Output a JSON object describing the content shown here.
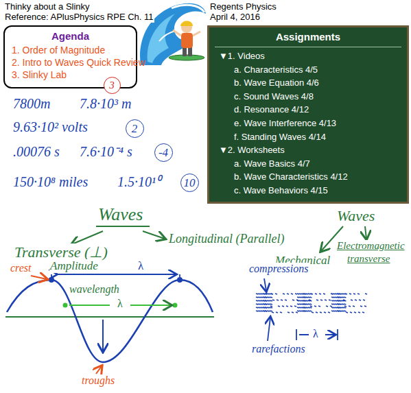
{
  "diagram": {
    "nodes": [
      {
        "text": [
          "Agenda",
          "1. Order of Magnitude",
          "2. Intro to Waves Quick Review",
          "3. Slinky Lab"
        ]
      },
      {
        "text": [
          "Assignments",
          "▼1. Videos",
          "a. Characteristics 4/5",
          "b. Wave Equation 4/6",
          "c. Sound Waves 4/8",
          "d. Resonance 4/12",
          "e. Wave Interference 4/13",
          "f. Standing Waves 4/14",
          "▼2. Worksheets",
          "a. Wave Basics 4/7",
          "b. Wave Characteristics 4/12",
          "c. Wave Behaviors 4/15"
        ]
      },
      {
        "text": [
          "3"
        ]
      },
      {
        "text": [
          "2"
        ]
      },
      {
        "text": [
          "-4"
        ]
      },
      {
        "text": [
          "10"
        ]
      }
    ],
    "labels": [
      "Thinky about a Slinky",
      "Reference: APlusPhysics RPE Ch. 11",
      "Regents Physics",
      "April 4, 2016",
      "7800m",
      "7.8·10³ m",
      "9.63·10² volts",
      ".00076 s",
      "7.6·10⁻⁴ s",
      "150·10⁸ miles",
      "1.5·10¹⁰",
      "Waves",
      "Transverse (⊥)",
      "Longitudinal (Parallel)",
      "Waves",
      "Mechanical",
      "Electromagnetic",
      "transverse",
      "crest",
      "Amplitude",
      "λ",
      "wavelength",
      "λ",
      "troughs",
      "compressions",
      "λ",
      "rarefactions"
    ]
  }
}
